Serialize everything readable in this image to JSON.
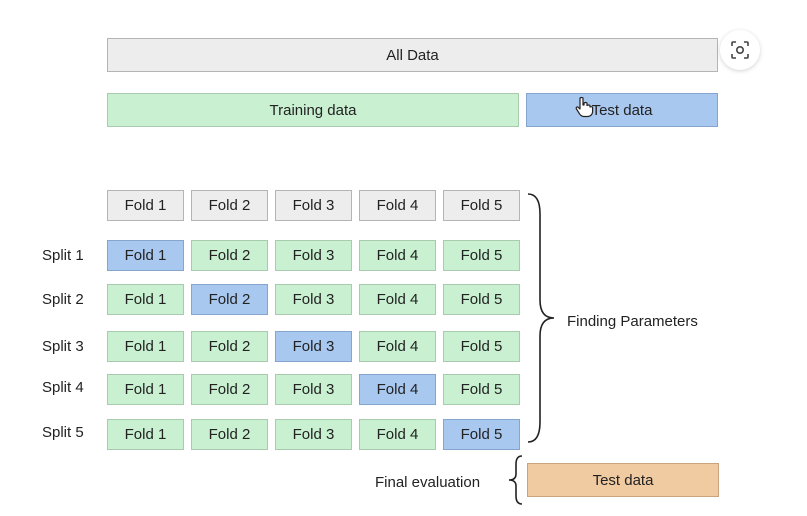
{
  "top": {
    "all_data": "All Data",
    "training_data": "Training data",
    "test_data": "Test data"
  },
  "header_folds": [
    "Fold 1",
    "Fold 2",
    "Fold 3",
    "Fold 4",
    "Fold 5"
  ],
  "splits": [
    {
      "label": "Split 1",
      "folds": [
        "Fold 1",
        "Fold 2",
        "Fold 3",
        "Fold 4",
        "Fold 5"
      ],
      "test_fold": 1
    },
    {
      "label": "Split 2",
      "folds": [
        "Fold 1",
        "Fold 2",
        "Fold 3",
        "Fold 4",
        "Fold 5"
      ],
      "test_fold": 2
    },
    {
      "label": "Split 3",
      "folds": [
        "Fold 1",
        "Fold 2",
        "Fold 3",
        "Fold 4",
        "Fold 5"
      ],
      "test_fold": 3
    },
    {
      "label": "Split 4",
      "folds": [
        "Fold 1",
        "Fold 2",
        "Fold 3",
        "Fold 4",
        "Fold 5"
      ],
      "test_fold": 4
    },
    {
      "label": "Split 5",
      "folds": [
        "Fold 1",
        "Fold 2",
        "Fold 3",
        "Fold 4",
        "Fold 5"
      ],
      "test_fold": 5
    }
  ],
  "finding_parameters": "Finding Parameters",
  "final_evaluation": {
    "label": "Final evaluation",
    "test_data": "Test data"
  },
  "colors": {
    "all_data": "#ededed",
    "training": "#c9f1d1",
    "validation": "#a8c8f0",
    "final_test": "#f0caa0"
  },
  "icons": {
    "lens_button": "visual-search-icon",
    "cursor": "hand-pointer-icon"
  }
}
